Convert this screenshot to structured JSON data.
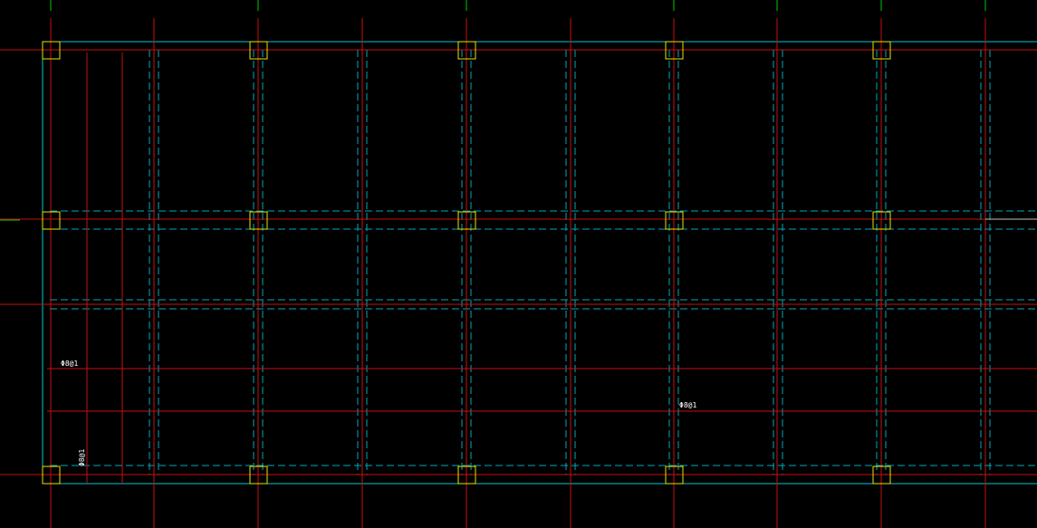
{
  "colors": {
    "background": "#000000",
    "axis_grid": "#00c800",
    "beam_outline": "#00c8d0",
    "beam_hidden": "#00a8b8",
    "rebar": "#c81010",
    "column": "#e6e600",
    "label": "#ffffff",
    "gray_line": "#c0c0c0"
  },
  "labels": {
    "rebar_1": "Φ8@1",
    "rebar_2": "Φ8@1",
    "rebar_vertical": "Φ8@1"
  }
}
